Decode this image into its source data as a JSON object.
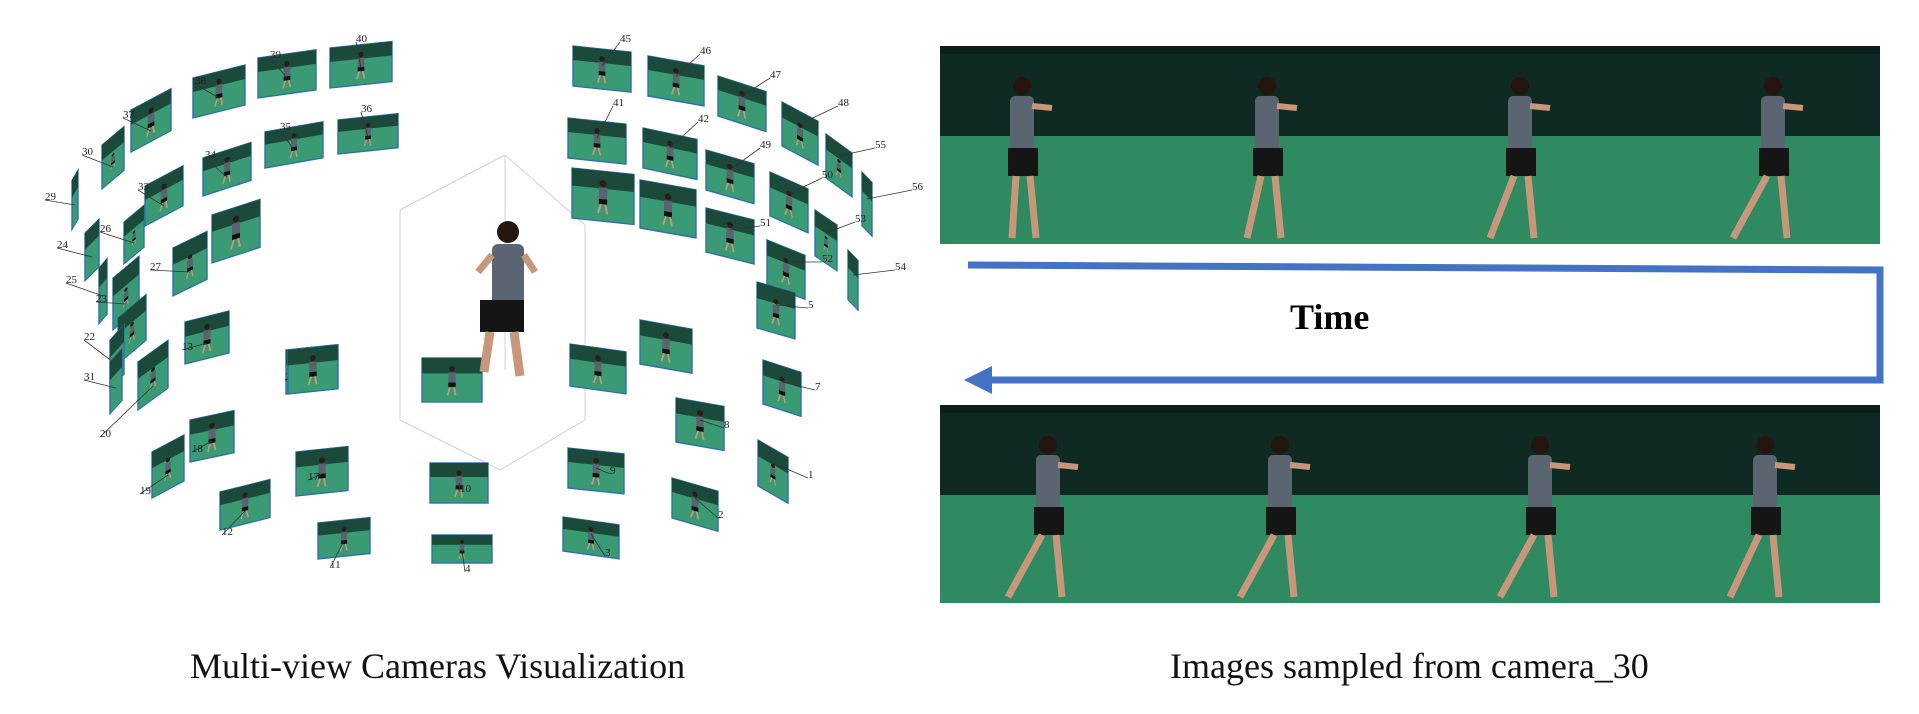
{
  "left_caption": "Multi-view Cameras Visualization",
  "right_caption": "Images sampled from camera_30",
  "time_label": "Time",
  "camera_labels": [
    "1",
    "2",
    "3",
    "4",
    "5",
    "7",
    "8",
    "9",
    "10",
    "11",
    "12",
    "13",
    "17",
    "18",
    "19",
    "20",
    "21",
    "22",
    "23",
    "24",
    "25",
    "26",
    "27",
    "29",
    "30",
    "31",
    "33",
    "34",
    "35",
    "36",
    "37",
    "38",
    "39",
    "40",
    "41",
    "42",
    "45",
    "46",
    "47",
    "48",
    "49",
    "50",
    "51",
    "52",
    "53",
    "54",
    "55",
    "56"
  ],
  "colors": {
    "screen_green": "#3a9a74",
    "frame_blue": "#2f6fb0",
    "arrow_blue": "#4472c4",
    "studio_dark": "#0f2a22",
    "floor_green": "#2f8a62"
  },
  "strips": {
    "top_frames": 4,
    "bottom_frames": 4
  }
}
